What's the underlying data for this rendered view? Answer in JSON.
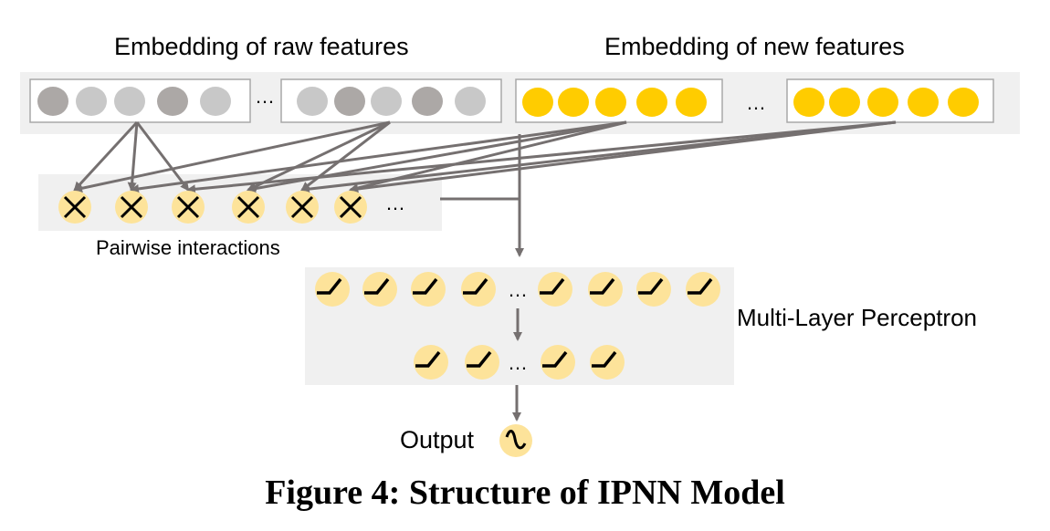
{
  "labels": {
    "raw_features": "Embedding of raw features",
    "new_features": "Embedding of new features",
    "pairwise": "Pairwise interactions",
    "mlp": "Multi-Layer Perceptron",
    "output": "Output",
    "ellipsis": "…"
  },
  "caption": "Figure 4: Structure of IPNN Model",
  "colors": {
    "panel_bg": "#f0f0f0",
    "box_border": "#a8a8a8",
    "raw_dark": "#aca8a6",
    "raw_light": "#c8c8c8",
    "new_feature": "#ffcc00",
    "node_fill": "#fde39a",
    "arrow": "#757070"
  },
  "raw_feature_groups": [
    [
      "dark",
      "light",
      "light",
      "dark",
      "light"
    ],
    [
      "light",
      "dark",
      "light",
      "dark",
      "light"
    ]
  ],
  "new_feature_groups": [
    5,
    5
  ],
  "pairwise_nodes": 6,
  "mlp_layers": [
    [
      4,
      4
    ],
    [
      2,
      2
    ]
  ],
  "output_node": "sigmoid"
}
